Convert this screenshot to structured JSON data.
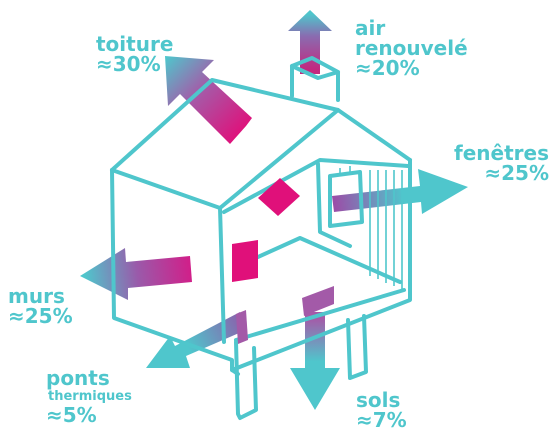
{
  "colors": {
    "accent": "#4fc6cc",
    "heat": "#e0107a",
    "heat_mid": "#a35aa8"
  },
  "labels": {
    "toiture": {
      "name": "toiture",
      "value": "≈30%"
    },
    "air": {
      "name_line1": "air",
      "name_line2": "renouvelé",
      "value": "≈20%"
    },
    "fenetres": {
      "name": "fenêtres",
      "value": "≈25%"
    },
    "murs": {
      "name": "murs",
      "value": "≈25%"
    },
    "ponts": {
      "name_line1": "ponts",
      "name_line2": "thermiques",
      "value": "≈5%"
    },
    "sols": {
      "name": "sols",
      "value": "≈7%"
    }
  }
}
